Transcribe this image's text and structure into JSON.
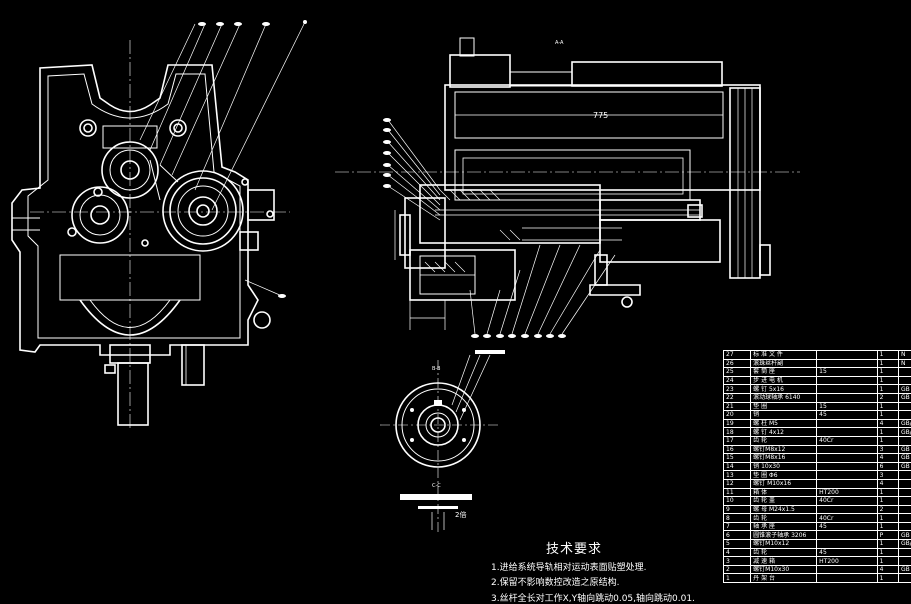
{
  "drawing": {
    "section_a_label": "A-A",
    "dim_775": "775",
    "section_b_label": "B-B",
    "section_c_label": "C-C",
    "detail_label": "2倍"
  },
  "requirements": {
    "title": "技术要求",
    "items": [
      "1.进给系统导轨相对运动表面贴塑处理.",
      "2.保留不影响数控改造之原结构.",
      "3.丝杆全长对工作X,Y轴向跳动0.05,轴向跳动0.01."
    ]
  },
  "bom": {
    "rows": [
      [
        "27",
        "标 准 文 件",
        "",
        "1",
        "N"
      ],
      [
        "26",
        "滚珠丝杆副",
        "",
        "1",
        "N"
      ],
      [
        "25",
        "套 筒 座",
        "15",
        "1",
        ""
      ],
      [
        "24",
        "步 进 电 机",
        "",
        "1",
        ""
      ],
      [
        "23",
        "螺 钉 5x16",
        "",
        "1",
        "GB"
      ],
      [
        "22",
        "滚动球轴承 6140",
        "",
        "2",
        "GB"
      ],
      [
        "21",
        "垫 圈",
        "15",
        "1",
        ""
      ],
      [
        "20",
        "销",
        "45",
        "1",
        ""
      ],
      [
        "19",
        "螺 柱 M5",
        "",
        "4",
        "GB/"
      ],
      [
        "18",
        "螺 钉 4x12",
        "",
        "1",
        "GB/"
      ],
      [
        "17",
        "齿 轮",
        "40Cr",
        "1",
        ""
      ],
      [
        "16",
        "螺钉M8x12",
        "",
        "3",
        "GB"
      ],
      [
        "15",
        "螺钉M8x16",
        "",
        "4",
        "GB"
      ],
      [
        "14",
        "销 10x30",
        "",
        "6",
        "GB"
      ],
      [
        "13",
        "垫 圈 Φ6",
        "",
        "3",
        ""
      ],
      [
        "12",
        "螺钉 M10x16",
        "",
        "4",
        ""
      ],
      [
        "11",
        "箱 体",
        "HT200",
        "1",
        ""
      ],
      [
        "10",
        "齿 轮 盖",
        "40Cr",
        "1",
        ""
      ],
      [
        "9",
        "螺 母 M24x1.5",
        "",
        "2",
        ""
      ],
      [
        "8",
        "齿 轮",
        "40Cr",
        "1",
        ""
      ],
      [
        "7",
        "轴 承 座",
        "45",
        "1",
        ""
      ],
      [
        "6",
        "圆锥滚子轴承 3206",
        "",
        "P",
        "GB"
      ],
      [
        "5",
        "螺钉M10x12",
        "",
        "1",
        "GB/"
      ],
      [
        "4",
        "齿 轮",
        "45",
        "1",
        ""
      ],
      [
        "3",
        "减 速 箱",
        "HT200",
        "1",
        ""
      ],
      [
        "2",
        "螺钉M10x30",
        "",
        "4",
        "GB"
      ],
      [
        "1",
        "丹 架 台",
        "",
        "1",
        ""
      ]
    ]
  }
}
